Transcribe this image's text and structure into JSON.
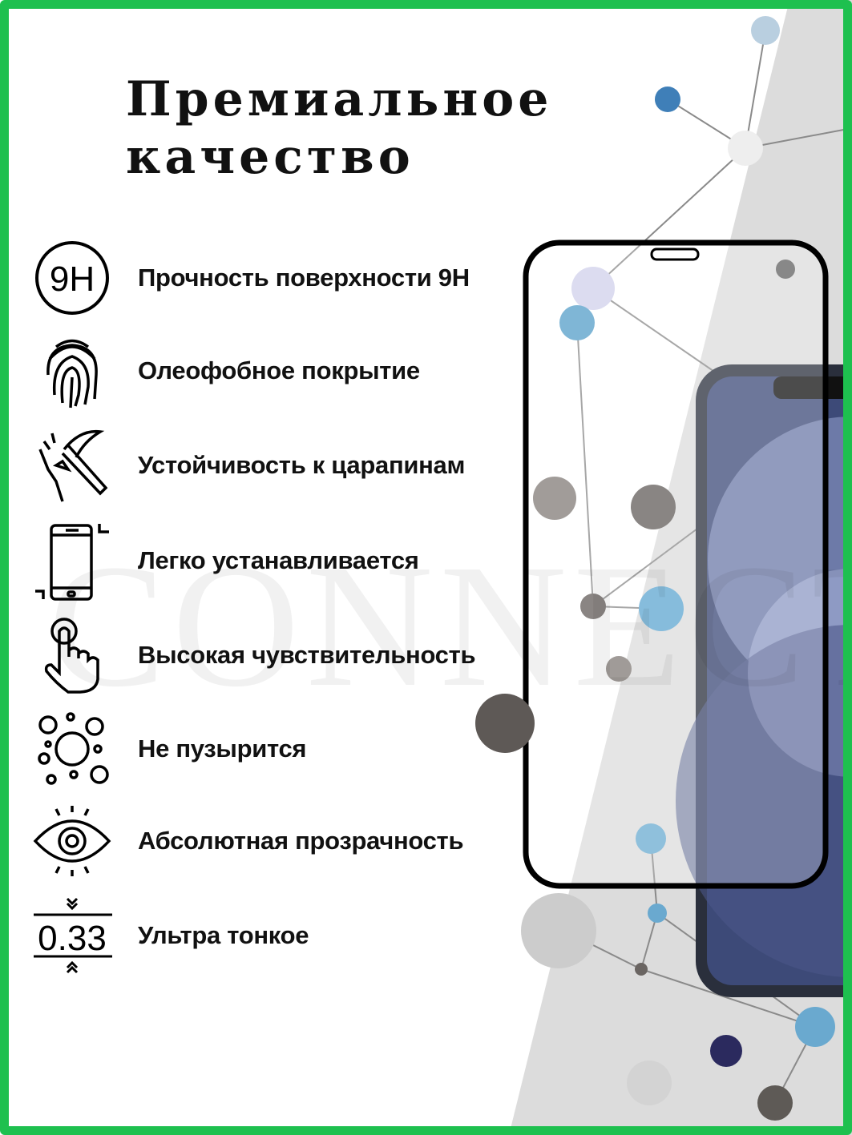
{
  "title": {
    "line1": "Премиальное",
    "line2": "качество"
  },
  "watermark": "CONNECT",
  "features": [
    {
      "icon": "9h-hardness-icon",
      "label": "Прочность поверхности 9H",
      "icon_text": "9H"
    },
    {
      "icon": "fingerprint-icon",
      "label": "Олеофобное покрытие"
    },
    {
      "icon": "pickaxe-scratch-icon",
      "label": "Устойчивость к царапинам"
    },
    {
      "icon": "phone-install-icon",
      "label": "Легко устанавливается"
    },
    {
      "icon": "touch-hand-icon",
      "label": "Высокая чувствительность"
    },
    {
      "icon": "bubbles-icon",
      "label": "Не пузырится"
    },
    {
      "icon": "eye-icon",
      "label": "Абсолютная прозрачность"
    },
    {
      "icon": "thickness-icon",
      "label": "Ультра тонкое",
      "icon_text": "0.33"
    }
  ],
  "colors": {
    "border": "#1ec04f",
    "panel": "#dcdcdc",
    "phone": "#1d2232"
  }
}
